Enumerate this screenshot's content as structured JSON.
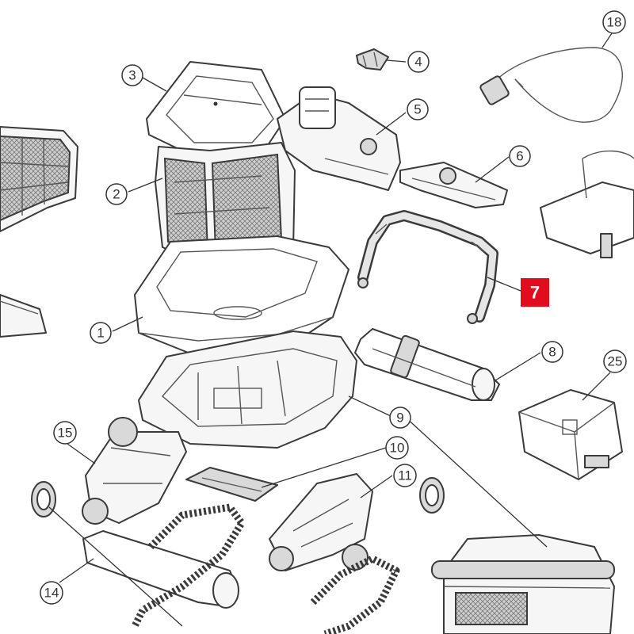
{
  "diagram": {
    "callouts": {
      "c1": "1",
      "c2": "2",
      "c3": "3",
      "c4": "4",
      "c5": "5",
      "c6": "6",
      "c8": "8",
      "c9": "9",
      "c10": "10",
      "c11": "11",
      "c14": "14",
      "c15": "15",
      "c18": "18",
      "c25": "25"
    },
    "highlighted_part": "7",
    "highlight_color": "#e10d1e"
  }
}
